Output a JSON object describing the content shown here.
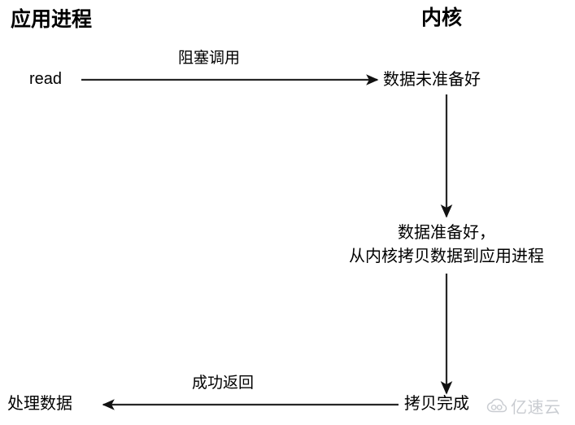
{
  "diagram": {
    "title_app_process": "应用进程",
    "title_kernel": "内核",
    "nodes": {
      "read_call": "read",
      "data_not_ready": "数据未准备好",
      "data_ready_line1": "数据准备好，",
      "data_ready_line2": "从内核拷贝数据到应用进程",
      "copy_done": "拷贝完成",
      "process_data": "处理数据"
    },
    "edges": {
      "blocking_call": "阻塞调用",
      "success_return": "成功返回"
    },
    "colors": {
      "line": "#262626",
      "text": "#000000",
      "background": "#ffffff",
      "watermark": "#c9ccd1"
    }
  },
  "watermark": {
    "text": "亿速云",
    "icon": "cloud-icon"
  }
}
